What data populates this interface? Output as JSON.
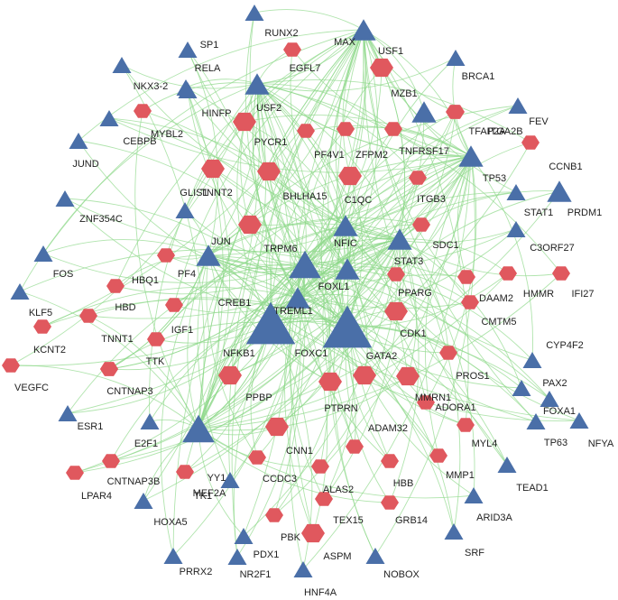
{
  "colors": {
    "edge": "#8fd98a",
    "tf": "#4a6fa8",
    "gene": "#e0585e"
  },
  "nodes": [
    {
      "id": "FOXC1",
      "kind": "tf",
      "size": "xl",
      "label": "FOXC1"
    },
    {
      "id": "NFKB1",
      "kind": "tf",
      "size": "xl",
      "label": "NFKB1"
    },
    {
      "id": "YY1",
      "kind": "tf",
      "size": "l",
      "label": "YY1"
    },
    {
      "id": "CREB1",
      "kind": "tf",
      "size": "l",
      "label": "CREB1"
    },
    {
      "id": "FOXL1",
      "kind": "tf",
      "size": "m",
      "label": "FOXL1"
    },
    {
      "id": "TREML1",
      "kind": "tf",
      "size": "m",
      "label": "TREML1"
    },
    {
      "id": "JUN",
      "kind": "tf",
      "size": "m",
      "label": "JUN"
    },
    {
      "id": "NFIC",
      "kind": "tf",
      "size": "m",
      "label": "NFIC"
    },
    {
      "id": "STAT3",
      "kind": "tf",
      "size": "m",
      "label": "STAT3"
    },
    {
      "id": "USF2",
      "kind": "tf",
      "size": "m",
      "label": "USF2"
    },
    {
      "id": "SP1",
      "kind": "tf",
      "size": "s",
      "label": "SP1"
    },
    {
      "id": "RUNX2",
      "kind": "tf",
      "size": "s",
      "label": "RUNX2"
    },
    {
      "id": "MAX",
      "kind": "tf",
      "size": "m",
      "label": "MAX"
    },
    {
      "id": "RELA",
      "kind": "tf",
      "size": "s",
      "label": "RELA"
    },
    {
      "id": "NKX3-2",
      "kind": "tf",
      "size": "s",
      "label": "NKX3-2"
    },
    {
      "id": "HINFP",
      "kind": "tf",
      "size": "s",
      "label": "HINFP"
    },
    {
      "id": "CEBPB",
      "kind": "tf",
      "size": "s",
      "label": "CEBPB"
    },
    {
      "id": "JUND",
      "kind": "tf",
      "size": "s",
      "label": "JUND"
    },
    {
      "id": "ZNF354C",
      "kind": "tf",
      "size": "s",
      "label": "ZNF354C"
    },
    {
      "id": "GLIS1",
      "kind": "tf",
      "size": "s",
      "label": "GLIS1"
    },
    {
      "id": "FOS",
      "kind": "tf",
      "size": "s",
      "label": "FOS"
    },
    {
      "id": "KLF5",
      "kind": "tf",
      "size": "s",
      "label": "KLF5"
    },
    {
      "id": "MZB1",
      "kind": "tf",
      "size": "m",
      "label": "MZB1"
    },
    {
      "id": "BRCA1",
      "kind": "tf",
      "size": "s",
      "label": "BRCA1"
    },
    {
      "id": "FEV",
      "kind": "tf",
      "size": "s",
      "label": "FEV"
    },
    {
      "id": "TP53",
      "kind": "tf",
      "size": "m",
      "label": "TP53"
    },
    {
      "id": "PRDM1",
      "kind": "tf",
      "size": "m",
      "label": "PRDM1"
    },
    {
      "id": "STAT1",
      "kind": "tf",
      "size": "s",
      "label": "STAT1"
    },
    {
      "id": "C3ORF27",
      "kind": "tf",
      "size": "s",
      "label": "C3ORF27"
    },
    {
      "id": "CYP4F2",
      "kind": "tf",
      "size": "s",
      "label": "CYP4F2"
    },
    {
      "id": "PAX2",
      "kind": "tf",
      "size": "s",
      "label": "PAX2"
    },
    {
      "id": "FOXA1",
      "kind": "tf",
      "size": "s",
      "label": "FOXA1"
    },
    {
      "id": "NFYA",
      "kind": "tf",
      "size": "s",
      "label": "NFYA"
    },
    {
      "id": "TP63",
      "kind": "tf",
      "size": "s",
      "label": "TP63"
    },
    {
      "id": "TEAD1",
      "kind": "tf",
      "size": "s",
      "label": "TEAD1"
    },
    {
      "id": "ARID3A",
      "kind": "tf",
      "size": "s",
      "label": "ARID3A"
    },
    {
      "id": "SRF",
      "kind": "tf",
      "size": "s",
      "label": "SRF"
    },
    {
      "id": "NOBOX",
      "kind": "tf",
      "size": "s",
      "label": "NOBOX"
    },
    {
      "id": "HNF4A",
      "kind": "tf",
      "size": "s",
      "label": "HNF4A"
    },
    {
      "id": "NR2F1",
      "kind": "tf",
      "size": "s",
      "label": "NR2F1"
    },
    {
      "id": "PDX1",
      "kind": "tf",
      "size": "s",
      "label": "PDX1"
    },
    {
      "id": "PRRX2",
      "kind": "tf",
      "size": "s",
      "label": "PRRX2"
    },
    {
      "id": "HOXA5",
      "kind": "tf",
      "size": "s",
      "label": "HOXA5"
    },
    {
      "id": "TK1",
      "kind": "tf",
      "size": "s",
      "label": "TK1"
    },
    {
      "id": "E2F1",
      "kind": "tf",
      "size": "s",
      "label": "E2F1"
    },
    {
      "id": "ESR1",
      "kind": "tf",
      "size": "s",
      "label": "ESR1"
    },
    {
      "id": "EGFL7",
      "kind": "gene",
      "size": "s",
      "label": "EGFL7"
    },
    {
      "id": "USF1",
      "kind": "gene",
      "size": "m",
      "label": "USF1"
    },
    {
      "id": "MYBL2",
      "kind": "gene",
      "size": "s",
      "label": "MYBL2"
    },
    {
      "id": "PYCR1",
      "kind": "gene",
      "size": "m",
      "label": "PYCR1"
    },
    {
      "id": "PF4V1",
      "kind": "gene",
      "size": "s",
      "label": "PF4V1"
    },
    {
      "id": "ZFPM2",
      "kind": "gene",
      "size": "s",
      "label": "ZFPM2"
    },
    {
      "id": "TNFRSF17",
      "kind": "gene",
      "size": "s",
      "label": "TNFRSF17"
    },
    {
      "id": "TFAP2A",
      "kind": "gene",
      "size": "s",
      "label": "TFAP2A"
    },
    {
      "id": "ITGA2B",
      "kind": "gene",
      "size": "s",
      "label": "ITGA2B"
    },
    {
      "id": "CCNB1",
      "kind": "gene",
      "size": "s",
      "label": "CCNB1"
    },
    {
      "id": "TNNT2",
      "kind": "gene",
      "size": "m",
      "label": "TNNT2"
    },
    {
      "id": "BHLHA15",
      "kind": "gene",
      "size": "m",
      "label": "BHLHA15"
    },
    {
      "id": "C1QC",
      "kind": "gene",
      "size": "m",
      "label": "C1QC"
    },
    {
      "id": "ITGB3",
      "kind": "gene",
      "size": "s",
      "label": "ITGB3"
    },
    {
      "id": "TRPM6",
      "kind": "gene",
      "size": "m",
      "label": "TRPM6"
    },
    {
      "id": "SDC1",
      "kind": "gene",
      "size": "s",
      "label": "SDC1"
    },
    {
      "id": "PF4",
      "kind": "gene",
      "size": "s",
      "label": "PF4"
    },
    {
      "id": "HBQ1",
      "kind": "gene",
      "size": "s",
      "label": "HBQ1"
    },
    {
      "id": "PPARG",
      "kind": "gene",
      "size": "s",
      "label": "PPARG"
    },
    {
      "id": "DAAM2",
      "kind": "gene",
      "size": "s",
      "label": "DAAM2"
    },
    {
      "id": "HMMR",
      "kind": "gene",
      "size": "s",
      "label": "HMMR"
    },
    {
      "id": "IFI27",
      "kind": "gene",
      "size": "s",
      "label": "IFI27"
    },
    {
      "id": "HBD",
      "kind": "gene",
      "size": "s",
      "label": "HBD"
    },
    {
      "id": "IGF1",
      "kind": "gene",
      "size": "s",
      "label": "IGF1"
    },
    {
      "id": "CMTM5",
      "kind": "gene",
      "size": "s",
      "label": "CMTM5"
    },
    {
      "id": "TNNT1",
      "kind": "gene",
      "size": "s",
      "label": "TNNT1"
    },
    {
      "id": "KCNT2",
      "kind": "gene",
      "size": "s",
      "label": "KCNT2"
    },
    {
      "id": "CDK1",
      "kind": "gene",
      "size": "m",
      "label": "CDK1"
    },
    {
      "id": "VEGFC",
      "kind": "gene",
      "size": "s",
      "label": "VEGFC"
    },
    {
      "id": "TTK",
      "kind": "gene",
      "size": "s",
      "label": "TTK"
    },
    {
      "id": "GATA2",
      "kind": "gene",
      "size": "m",
      "label": "GATA2"
    },
    {
      "id": "PROS1",
      "kind": "gene",
      "size": "s",
      "label": "PROS1"
    },
    {
      "id": "CNTNAP3",
      "kind": "gene",
      "size": "s",
      "label": "CNTNAP3"
    },
    {
      "id": "PPBP",
      "kind": "gene",
      "size": "m",
      "label": "PPBP"
    },
    {
      "id": "PTPRN",
      "kind": "gene",
      "size": "m",
      "label": "PTPRN"
    },
    {
      "id": "MMRN1",
      "kind": "gene",
      "size": "m",
      "label": "MMRN1"
    },
    {
      "id": "ADORA1",
      "kind": "gene",
      "size": "s",
      "label": "ADORA1"
    },
    {
      "id": "MYL4",
      "kind": "gene",
      "size": "s",
      "label": "MYL4"
    },
    {
      "id": "CNN1",
      "kind": "gene",
      "size": "m",
      "label": "CNN1"
    },
    {
      "id": "ADAM32",
      "kind": "gene",
      "size": "s",
      "label": "ADAM32"
    },
    {
      "id": "CNTNAP3B",
      "kind": "gene",
      "size": "s",
      "label": "CNTNAP3B"
    },
    {
      "id": "CCDC3",
      "kind": "gene",
      "size": "s",
      "label": "CCDC3"
    },
    {
      "id": "HBB",
      "kind": "gene",
      "size": "s",
      "label": "HBB"
    },
    {
      "id": "MMP1",
      "kind": "gene",
      "size": "s",
      "label": "MMP1"
    },
    {
      "id": "LPAR4",
      "kind": "gene",
      "size": "s",
      "label": "LPAR4"
    },
    {
      "id": "MEF2A",
      "kind": "gene",
      "size": "s",
      "label": "MEF2A"
    },
    {
      "id": "ALAS2",
      "kind": "gene",
      "size": "s",
      "label": "ALAS2"
    },
    {
      "id": "TEX15",
      "kind": "gene",
      "size": "s",
      "label": "TEX15"
    },
    {
      "id": "GRB14",
      "kind": "gene",
      "size": "s",
      "label": "GRB14"
    },
    {
      "id": "PBK",
      "kind": "gene",
      "size": "m",
      "label": "PBK"
    },
    {
      "id": "ASPM",
      "kind": "gene",
      "size": "s",
      "label": "ASPM"
    }
  ]
}
